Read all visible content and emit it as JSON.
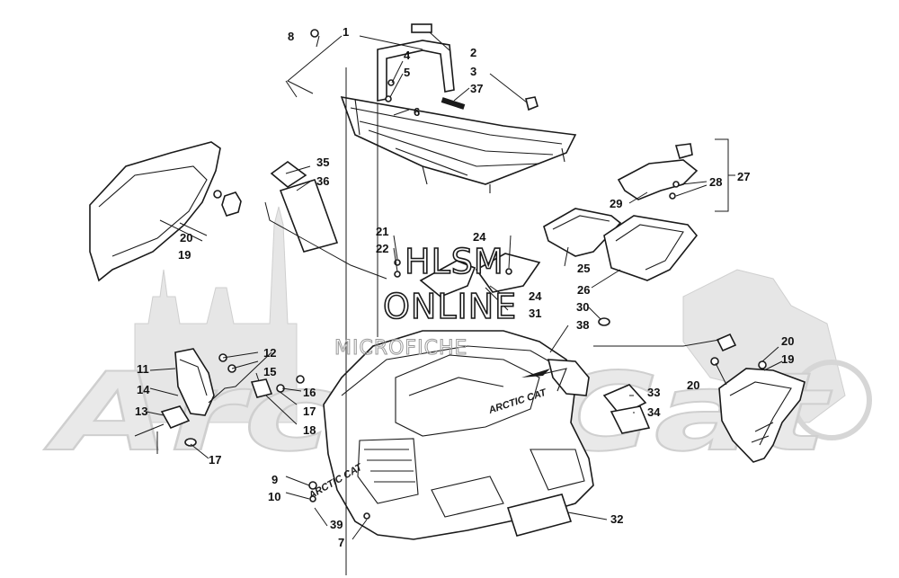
{
  "watermark": {
    "line1": "HLSM",
    "line2": "ONLINE",
    "line3": "MICROFICHE",
    "brand": "ArcticCat"
  },
  "decals": {
    "hood": "ARCTIC CAT",
    "front": "ARCTIC CAT"
  },
  "callouts": [
    {
      "id": "c1",
      "text": "1"
    },
    {
      "id": "c2",
      "text": "2"
    },
    {
      "id": "c3",
      "text": "3"
    },
    {
      "id": "c4",
      "text": "4"
    },
    {
      "id": "c5",
      "text": "5"
    },
    {
      "id": "c6",
      "text": "6"
    },
    {
      "id": "c7",
      "text": "7"
    },
    {
      "id": "c8",
      "text": "8"
    },
    {
      "id": "c9",
      "text": "9"
    },
    {
      "id": "c10",
      "text": "10"
    },
    {
      "id": "c11",
      "text": "11"
    },
    {
      "id": "c12",
      "text": "12"
    },
    {
      "id": "c13",
      "text": "13"
    },
    {
      "id": "c14",
      "text": "14"
    },
    {
      "id": "c15",
      "text": "15"
    },
    {
      "id": "c16",
      "text": "16"
    },
    {
      "id": "c17a",
      "text": "17"
    },
    {
      "id": "c17b",
      "text": "17"
    },
    {
      "id": "c18",
      "text": "18"
    },
    {
      "id": "c19a",
      "text": "19"
    },
    {
      "id": "c19b",
      "text": "19"
    },
    {
      "id": "c20a",
      "text": "20"
    },
    {
      "id": "c20b",
      "text": "20"
    },
    {
      "id": "c20c",
      "text": "20"
    },
    {
      "id": "c21",
      "text": "21"
    },
    {
      "id": "c22",
      "text": "22"
    },
    {
      "id": "c24a",
      "text": "24"
    },
    {
      "id": "c24b",
      "text": "24"
    },
    {
      "id": "c25",
      "text": "25"
    },
    {
      "id": "c26",
      "text": "26"
    },
    {
      "id": "c27",
      "text": "27"
    },
    {
      "id": "c28",
      "text": "28"
    },
    {
      "id": "c29",
      "text": "29"
    },
    {
      "id": "c30",
      "text": "30"
    },
    {
      "id": "c31",
      "text": "31"
    },
    {
      "id": "c32",
      "text": "32"
    },
    {
      "id": "c33",
      "text": "33"
    },
    {
      "id": "c34",
      "text": "34"
    },
    {
      "id": "c35",
      "text": "35"
    },
    {
      "id": "c36",
      "text": "36"
    },
    {
      "id": "c37",
      "text": "37"
    },
    {
      "id": "c38",
      "text": "38"
    },
    {
      "id": "c39",
      "text": "39"
    }
  ]
}
